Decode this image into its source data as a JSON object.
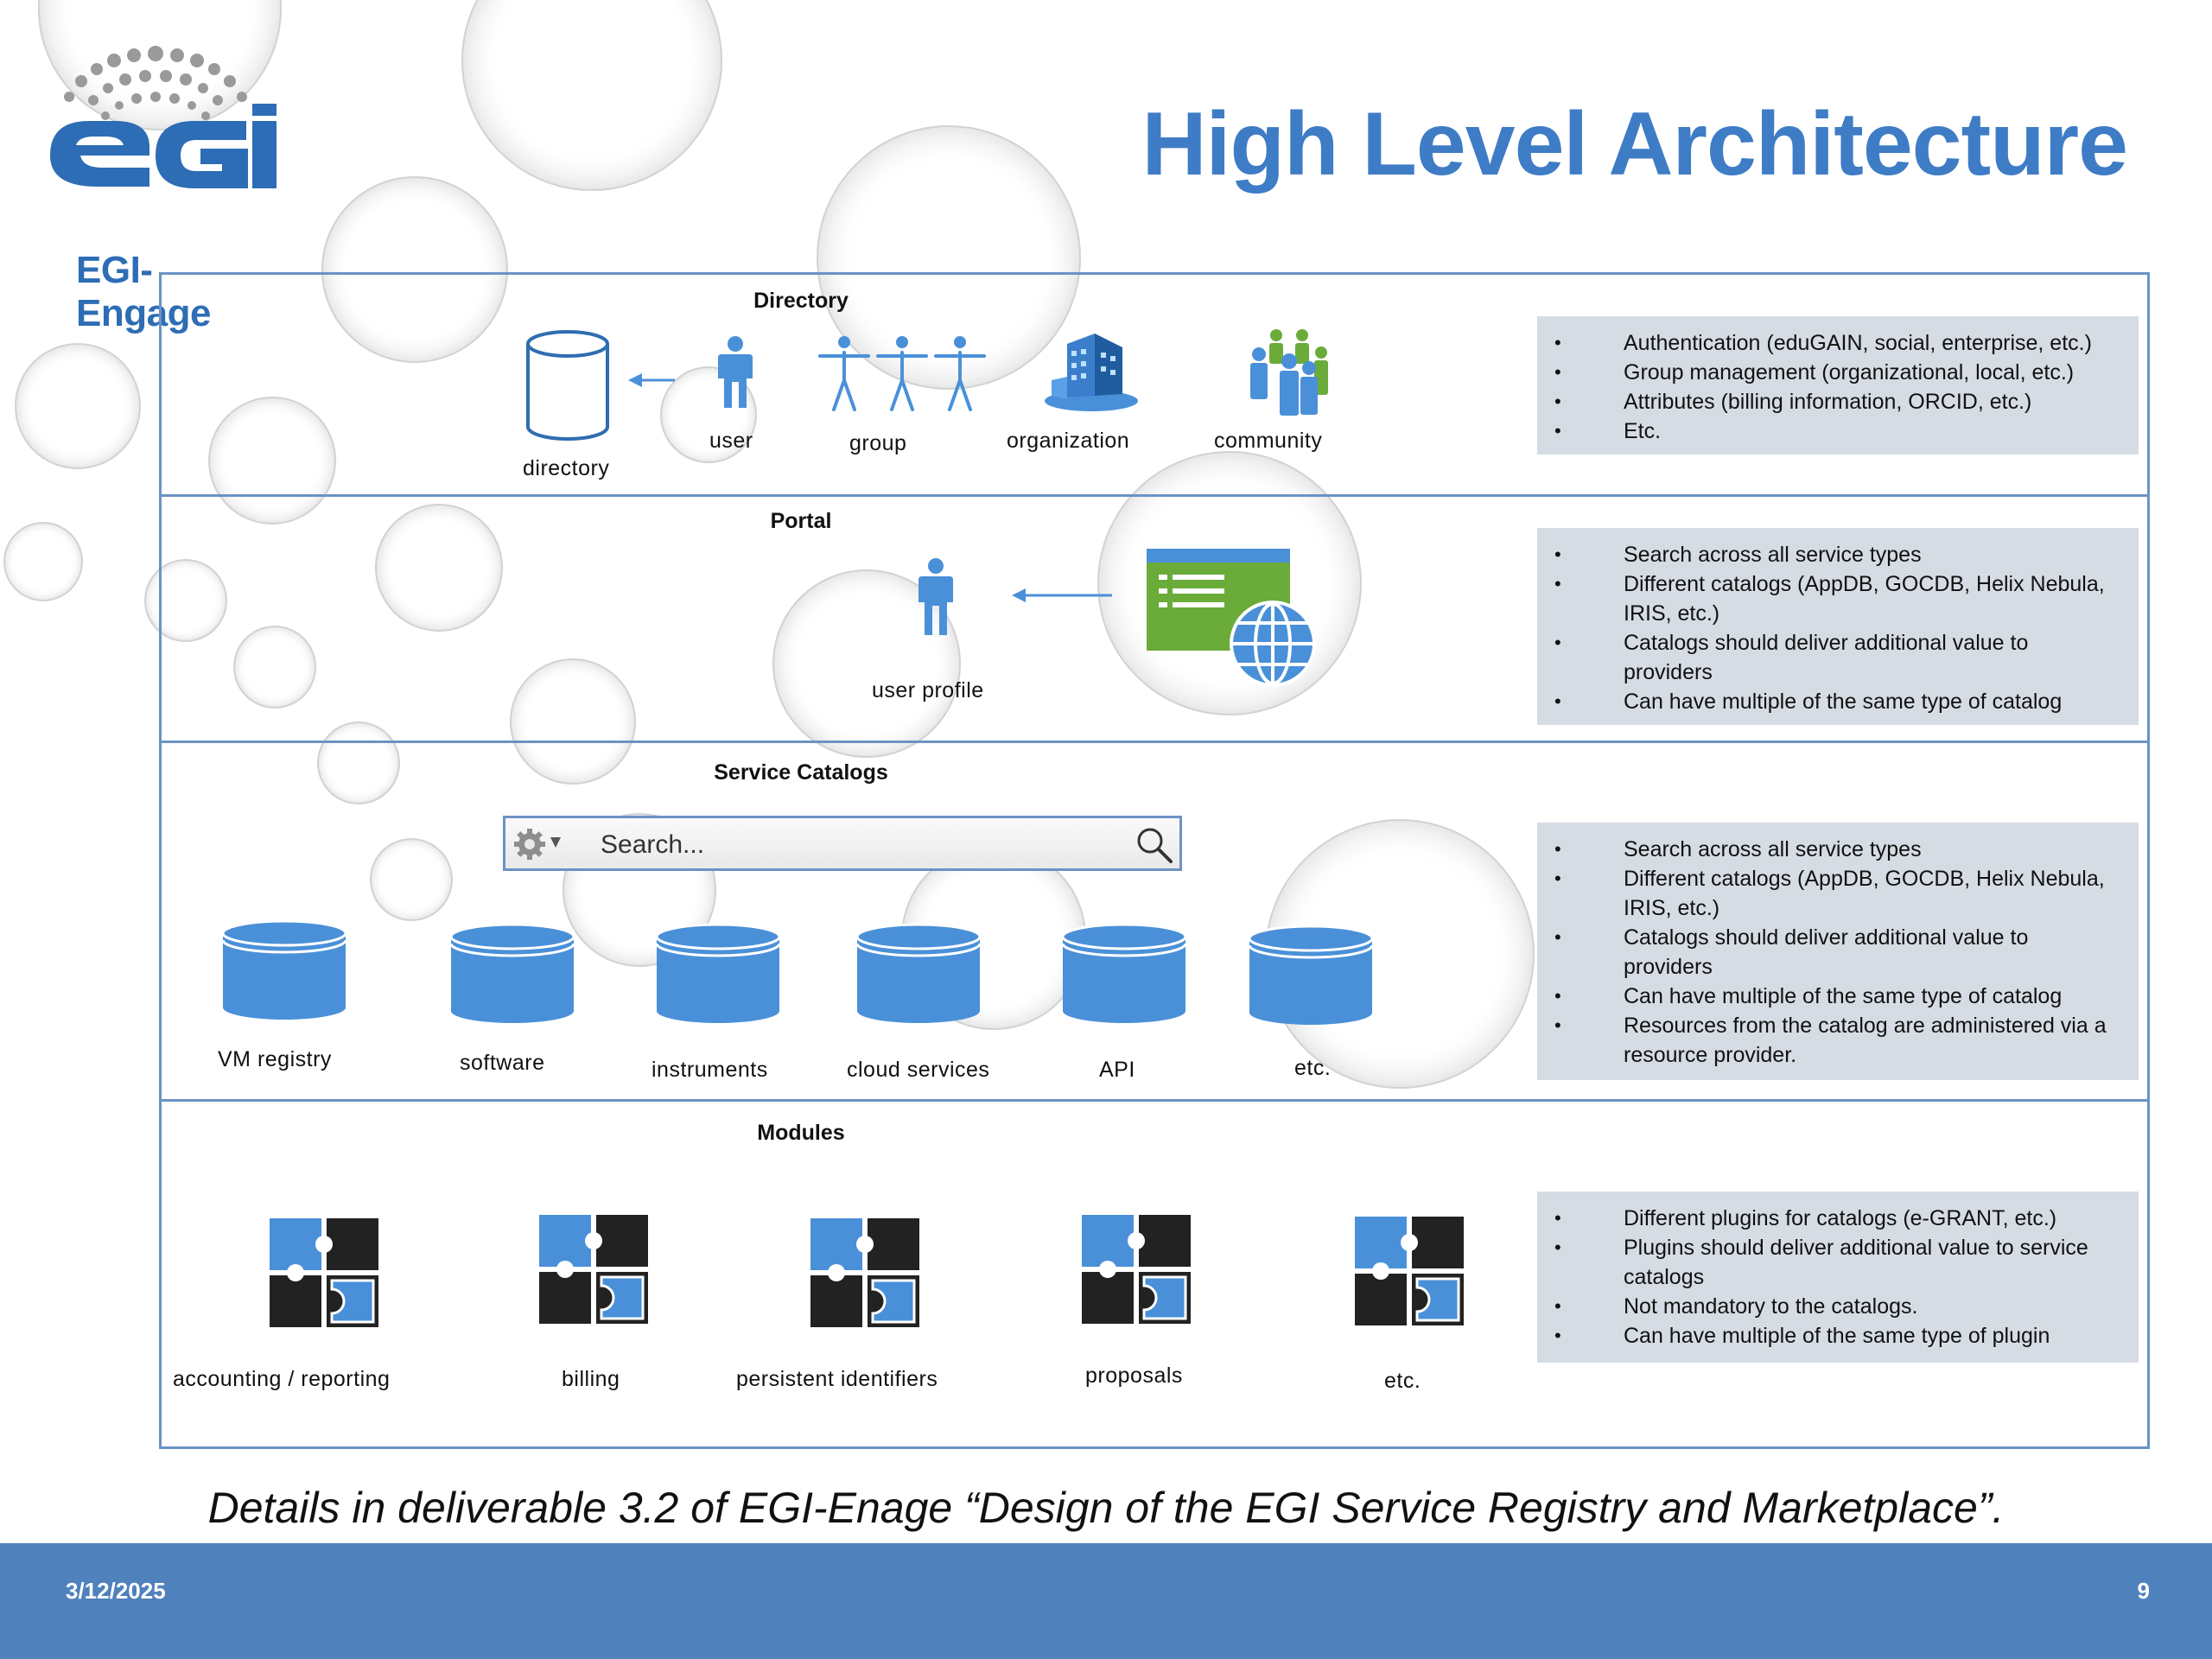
{
  "title": "High Level Architecture",
  "logo": {
    "name": "EGI-Engage"
  },
  "layers": [
    {
      "title": "Directory",
      "nodes": {
        "directory": "directory",
        "user": "user",
        "group": "group",
        "organization": "organization",
        "community": "community"
      },
      "bullets": [
        "Authentication (eduGAIN, social, enterprise, etc.)",
        "Group management (organizational, local, etc.)",
        "Attributes (billing information, ORCID, etc.)",
        "Etc."
      ]
    },
    {
      "title": "Portal",
      "nodes": {
        "user_profile": "user profile"
      },
      "bullets": [
        "Search across all service types",
        "Different catalogs (AppDB, GOCDB, Helix Nebula, IRIS, etc.)",
        "Catalogs should deliver additional value to providers",
        "Can have multiple of the same type of catalog"
      ]
    },
    {
      "title": "Service Catalogs",
      "search_placeholder": "Search...",
      "catalogs": [
        "VM registry",
        "software",
        "instruments",
        "cloud services",
        "API",
        "etc."
      ],
      "bullets": [
        "Search across all service types",
        "Different catalogs (AppDB, GOCDB, Helix Nebula, IRIS, etc.)",
        "Catalogs should deliver additional value to providers",
        "Can have multiple of the same type of catalog",
        "Resources from the catalog are administered via a resource provider."
      ]
    },
    {
      "title": "Modules",
      "modules": [
        "accounting / reporting",
        "billing",
        "persistent identifiers",
        "proposals",
        "etc."
      ],
      "bullets": [
        "Different plugins for catalogs (e-GRANT, etc.)",
        "Plugins should deliver additional value to service catalogs",
        "Not mandatory to the catalogs.",
        "Can have multiple of the same type of plugin"
      ]
    }
  ],
  "footer_note": "Details in deliverable 3.2 of EGI-Enage “Design of the EGI Service Registry and Marketplace”.",
  "footer": {
    "date": "3/12/2025",
    "page": "9"
  },
  "colors": {
    "accent": "#3f7cc6",
    "footer_bar": "#4f81bd",
    "icon_blue": "#4a90d9",
    "portal_green": "#6aab3a",
    "bullet_bg": "#d6dce4"
  },
  "icons": [
    "database-icon",
    "person-icon",
    "group-icon",
    "building-icon",
    "community-icon",
    "web-portal-icon",
    "gear-icon",
    "magnifier-icon",
    "puzzle-module-icon"
  ]
}
